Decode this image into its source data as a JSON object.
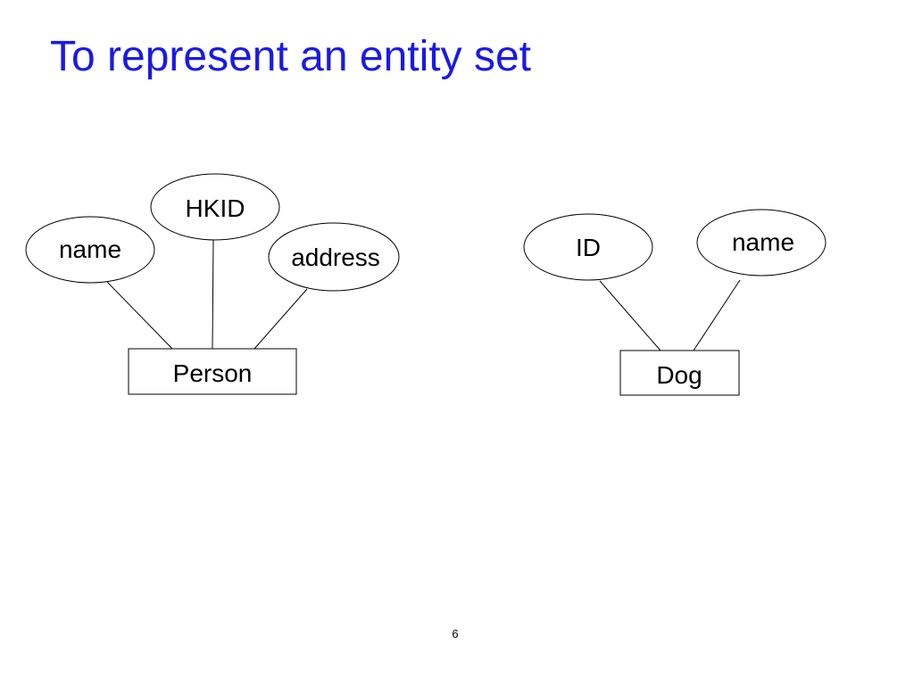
{
  "title": "To represent an entity set",
  "page_number": "6",
  "colors": {
    "title": "#1a1ae6",
    "stroke": "#000000",
    "fill": "#ffffff"
  },
  "entities": {
    "person": {
      "label": "Person",
      "attributes": {
        "name": "name",
        "hkid": "HKID",
        "address": "address"
      }
    },
    "dog": {
      "label": "Dog",
      "attributes": {
        "id": "ID",
        "name": "name"
      }
    }
  }
}
